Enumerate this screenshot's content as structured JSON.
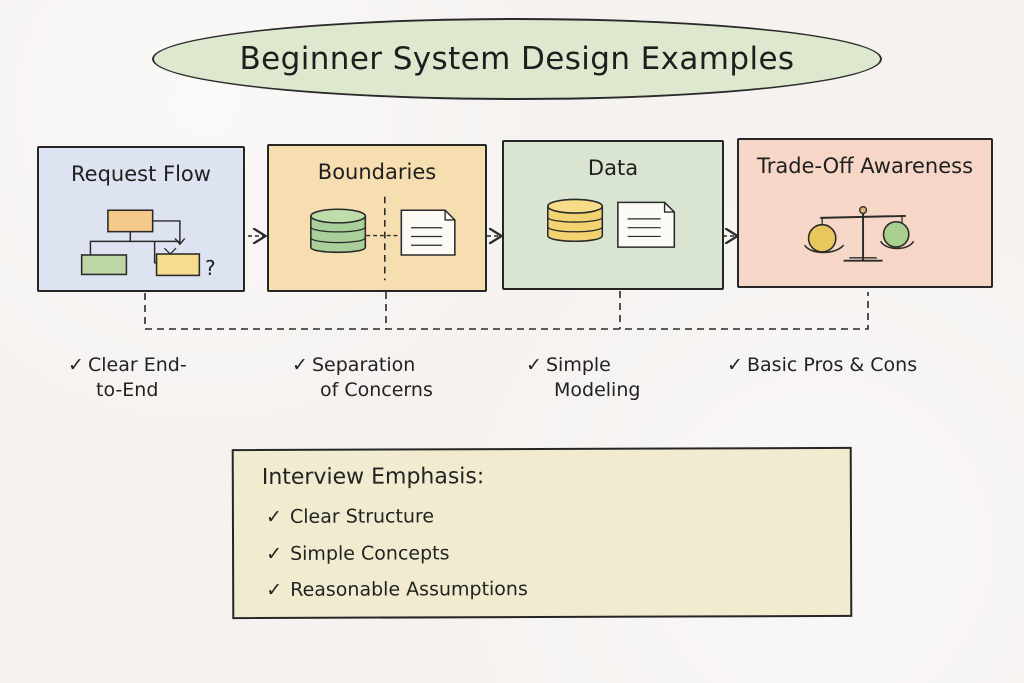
{
  "title": "Beginner System Design Examples",
  "cards": [
    {
      "title": "Request Flow"
    },
    {
      "title": "Boundaries"
    },
    {
      "title": "Data"
    },
    {
      "title": "Trade-Off Awareness"
    }
  ],
  "card1_question_mark": "?",
  "benefits": [
    {
      "line1": "Clear End-",
      "line2": "to-End"
    },
    {
      "line1": "Separation",
      "line2": "of Concerns"
    },
    {
      "line1": "Simple",
      "line2": "Modeling"
    },
    {
      "line1": "Basic Pros & Cons",
      "line2": ""
    }
  ],
  "emphasis": {
    "title": "Interview Emphasis:",
    "items": [
      "Clear Structure",
      "Simple Concepts",
      "Reasonable Assumptions"
    ]
  },
  "checkmark": "✓",
  "colors": {
    "title_fill": "#dde8cf",
    "card1_fill": "#dde3f1",
    "card2_fill": "#f7deb0",
    "card3_fill": "#d9e5d0",
    "card4_fill": "#f6d7c7",
    "emphasis_fill": "#f1ecd0",
    "ink": "#262626"
  }
}
